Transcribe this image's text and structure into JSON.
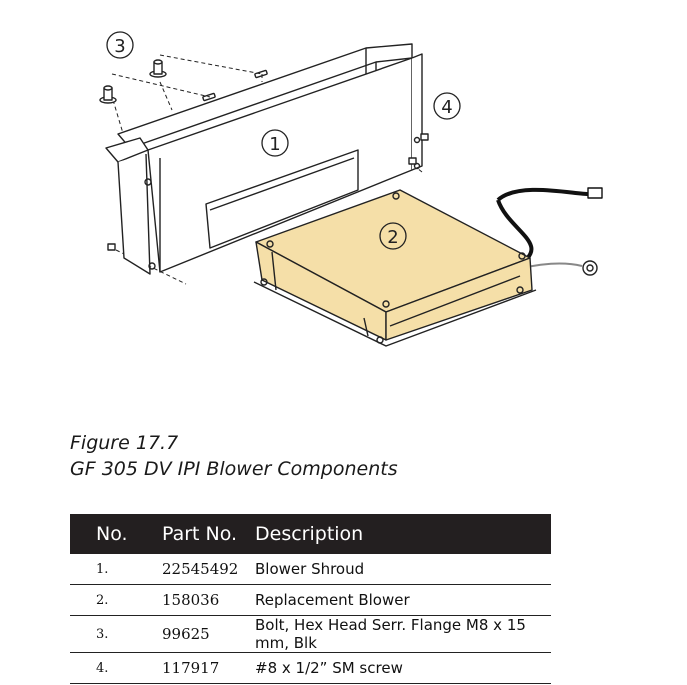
{
  "figure": {
    "number": "Figure 17.7",
    "title": "GF 305 DV IPI Blower Components",
    "callouts": [
      "1",
      "2",
      "3",
      "4"
    ]
  },
  "colors": {
    "blower_fill": "#f5dfa8",
    "header_bg": "#231f20",
    "line": "#222222"
  },
  "table": {
    "headers": [
      "No.",
      "Part No.",
      "Description"
    ],
    "rows": [
      {
        "no": "1.",
        "part": "22545492",
        "desc": "Blower Shroud"
      },
      {
        "no": "2.",
        "part": "158036",
        "desc": "Replacement Blower"
      },
      {
        "no": "3.",
        "part": "99625",
        "desc": "Bolt, Hex Head Serr. Flange M8 x 15 mm, Blk"
      },
      {
        "no": "4.",
        "part": "117917",
        "desc": "#8 x 1/2” SM screw"
      }
    ]
  }
}
